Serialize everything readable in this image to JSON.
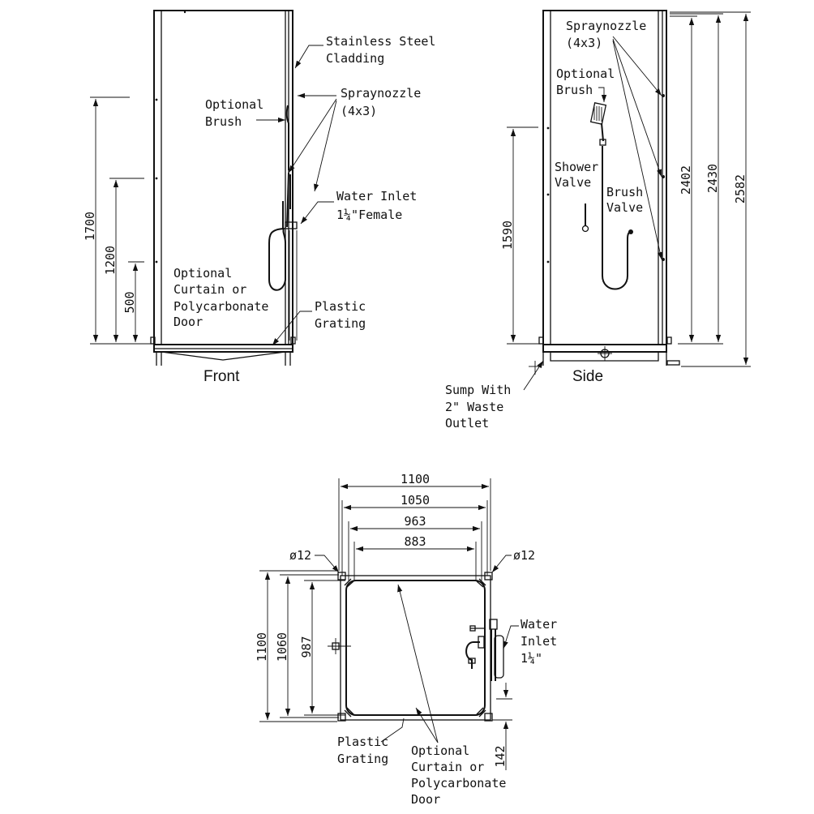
{
  "views": {
    "front": {
      "title": "Front",
      "labels": {
        "cladding": [
          "Stainless Steel",
          "Cladding"
        ],
        "spraynozzle": [
          "Spraynozzle",
          "(4x3)"
        ],
        "brush": [
          "Optional",
          "Brush"
        ],
        "water_inlet": [
          "Water Inlet",
          "1¼\"Female"
        ],
        "curtain": [
          "Optional",
          "Curtain or",
          "Polycarbonate",
          "Door"
        ],
        "grating": [
          "Plastic",
          "Grating"
        ]
      },
      "dimensions": {
        "d1700": "1700",
        "d1200": "1200",
        "d500": "500"
      }
    },
    "side": {
      "title": "Side",
      "labels": {
        "spraynozzle": [
          "Spraynozzle",
          "(4x3)"
        ],
        "brush": [
          "Optional",
          "Brush"
        ],
        "shower_valve": [
          "Shower",
          "Valve"
        ],
        "brush_valve": [
          "Brush",
          "Valve"
        ],
        "sump": [
          "Sump With",
          "2\" Waste",
          "Outlet"
        ]
      },
      "dimensions": {
        "d1590": "1590",
        "d2402": "2402",
        "d2430": "2430",
        "d2582": "2582"
      }
    },
    "plan": {
      "labels": {
        "water_inlet": [
          "Water",
          "Inlet",
          "1¼\""
        ],
        "grating": [
          "Plastic",
          "Grating"
        ],
        "curtain": [
          "Optional",
          "Curtain or",
          "Polycarbonate",
          "Door"
        ],
        "hole_left": "ø12",
        "hole_right": "ø12"
      },
      "dimensions": {
        "w1100": "1100",
        "w1050": "1050",
        "w963": "963",
        "w883": "883",
        "h1100": "1100",
        "h1060": "1060",
        "h987": "987",
        "d142": "142"
      }
    }
  }
}
